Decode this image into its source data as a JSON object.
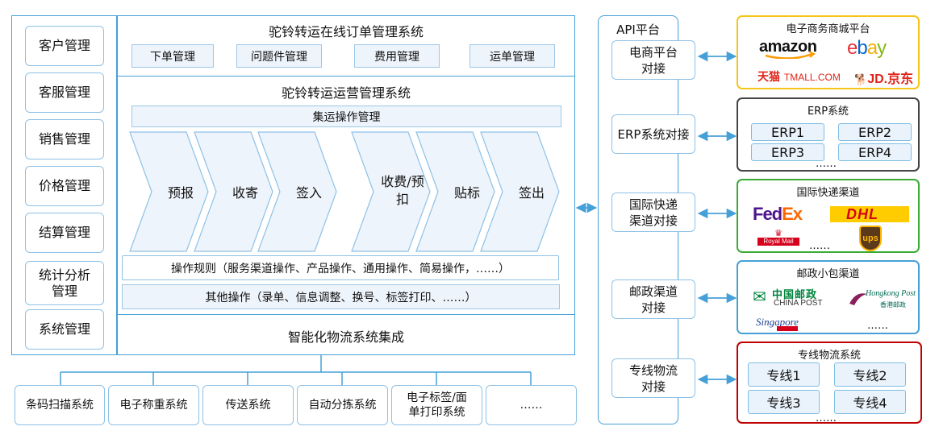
{
  "nav": {
    "items": [
      "客户管理",
      "客服管理",
      "销售管理",
      "价格管理",
      "结算管理",
      "统计分析管理",
      "系统管理"
    ]
  },
  "order_system": {
    "title": "驼铃转运在线订单管理系统",
    "tabs": [
      "下单管理",
      "问题件管理",
      "费用管理",
      "运单管理"
    ]
  },
  "ops_system": {
    "title": "驼铃转运运营管理系统",
    "consolidation": "集运操作管理",
    "steps": [
      "预报",
      "收寄",
      "签入",
      "收费/预扣",
      "贴标",
      "签出"
    ],
    "rules": "操作规则（服务渠道操作、产品操作、通用操作、简易操作，……）",
    "other": "其他操作（录单、信息调整、换号、标签打印、……）"
  },
  "integration": {
    "title": "智能化物流系统集成",
    "systems": [
      "条码扫描系统",
      "电子称重系统",
      "传送系统",
      "自动分拣系统",
      "电子标签/面单打印系统",
      "……"
    ]
  },
  "api": {
    "title": "API平台",
    "items": [
      "电商平台对接",
      "ERP系统对接",
      "国际快递渠道对接",
      "邮政渠道对接",
      "专线物流对接"
    ]
  },
  "ecommerce": {
    "title": "电子商务商城平台",
    "logos": [
      "amazon",
      "ebay",
      "天猫",
      "TMALL.COM",
      "JD.京东"
    ],
    "colors": {
      "border": "#f5c518",
      "amazon_arrow": "#ff9900",
      "tmall": "#e1251b",
      "jd": "#e1251b"
    }
  },
  "erp": {
    "title": "ERP系统",
    "items": [
      "ERP1",
      "ERP2",
      "ERP3",
      "ERP4"
    ],
    "more": "……",
    "colors": {
      "border": "#444444"
    }
  },
  "express": {
    "title": "国际快递渠道",
    "logos": [
      "FedEx",
      "DHL",
      "Royal Mail",
      "ups"
    ],
    "more": "……",
    "colors": {
      "border": "#3aaa35",
      "fedex_purple": "#4d148c",
      "fedex_orange": "#ff6600",
      "dhl_red": "#d40511",
      "dhl_yellow": "#ffcc00",
      "ups_brown": "#5b3a1c",
      "royal_red": "#d6001c"
    }
  },
  "postal": {
    "title": "邮政小包渠道",
    "logos": [
      "中国邮政",
      "CHINA POST",
      "Hongkong Post",
      "香港邮政",
      "Singapore"
    ],
    "more": "……",
    "colors": {
      "border": "#45a0d8",
      "china_post": "#00843d",
      "hk_post": "#006b54",
      "sg_post": "#1d3f8f"
    }
  },
  "dedicated": {
    "title": "专线物流系统",
    "items": [
      "专线1",
      "专线2",
      "专线3",
      "专线4"
    ],
    "more": "……",
    "colors": {
      "border": "#c00000"
    }
  },
  "colors": {
    "primary": "#45a0d8",
    "arrow": "#45a0d8",
    "chevron_fill": "#eef4fb"
  }
}
